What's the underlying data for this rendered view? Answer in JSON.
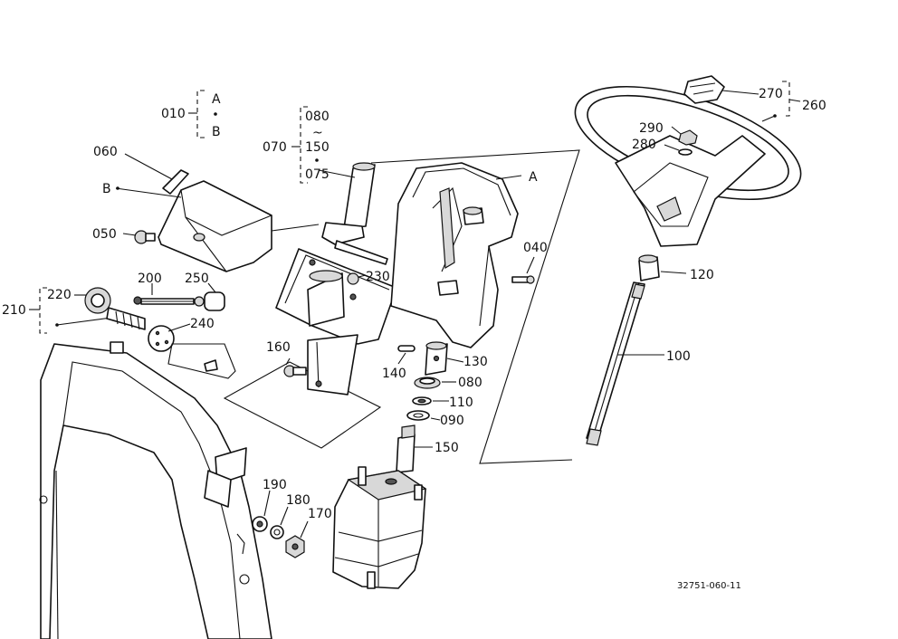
{
  "drawing_number": "32751-060-11",
  "parts": {
    "p010": "010",
    "p020_label_A": "A",
    "p020_label_B": "B",
    "p070": "070",
    "p080a": "080",
    "p150a": "150",
    "p075": "075",
    "tilde": "~",
    "p060": "060",
    "pB": "B",
    "p050": "050",
    "p210": "210",
    "p220": "220",
    "p200": "200",
    "p250": "250",
    "p240": "240",
    "p230": "230",
    "p160": "160",
    "p140": "140",
    "p130": "130",
    "p080": "080",
    "p110": "110",
    "p090": "090",
    "p150": "150",
    "p190": "190",
    "p180": "180",
    "p170": "170",
    "pA": "A",
    "p040": "040",
    "p270": "270",
    "p260": "260",
    "p290": "290",
    "p280": "280",
    "p120": "120",
    "p100": "100"
  }
}
